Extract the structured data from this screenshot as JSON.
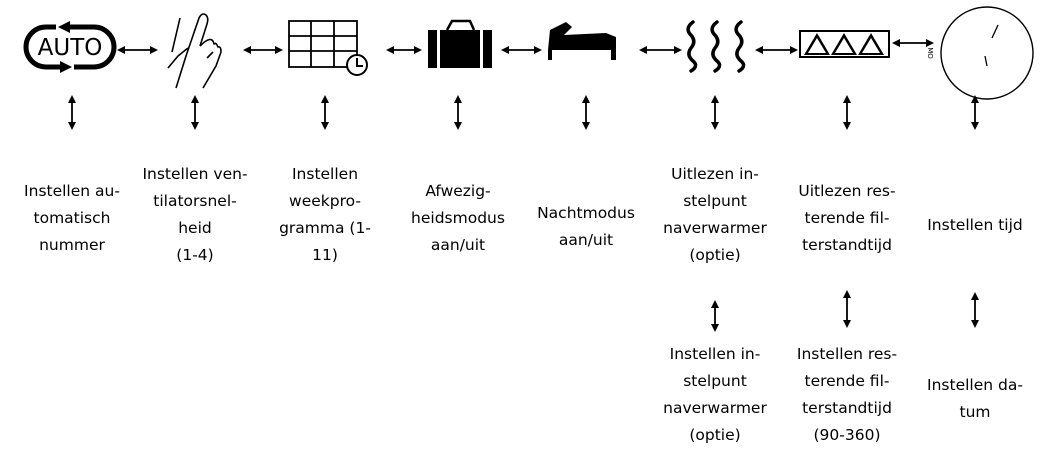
{
  "icons": {
    "auto_text": "AUTO",
    "clock_day_label": "MO"
  },
  "columns": [
    {
      "id": "auto",
      "icon": "auto-cycle-icon",
      "label_lines": [
        "Instellen au-",
        "tomatisch",
        "nummer"
      ],
      "sub_label_lines": []
    },
    {
      "id": "fan",
      "icon": "hand-touch-icon",
      "label_lines": [
        "Instellen ven-",
        "tilatorsnel-",
        "heid",
        "(1-4)"
      ],
      "sub_label_lines": []
    },
    {
      "id": "week",
      "icon": "week-program-icon",
      "label_lines": [
        "Instellen",
        "weekpro-",
        "gramma (1-",
        "11)"
      ],
      "sub_label_lines": []
    },
    {
      "id": "away",
      "icon": "suitcase-icon",
      "label_lines": [
        "Afwezig-",
        "heidsmodus",
        "aan/uit"
      ],
      "sub_label_lines": []
    },
    {
      "id": "night",
      "icon": "bed-icon",
      "label_lines": [
        "Nachtmodus",
        "aan/uit"
      ],
      "sub_label_lines": []
    },
    {
      "id": "heater",
      "icon": "heat-waves-icon",
      "label_lines": [
        "Uitlezen in-",
        "stelpunt",
        "naverwarmer",
        "(optie)"
      ],
      "sub_label_lines": [
        "Instellen in-",
        "stelpunt",
        "naverwarmer",
        "(optie)"
      ]
    },
    {
      "id": "filter",
      "icon": "filter-icon",
      "label_lines": [
        "Uitlezen res-",
        "terende fil-",
        "terstandtijd"
      ],
      "sub_label_lines": [
        "Instellen res-",
        "terende fil-",
        "terstandtijd",
        "(90-360)"
      ]
    },
    {
      "id": "clock",
      "icon": "clock-icon",
      "label_lines": [
        "Instellen tijd"
      ],
      "sub_label_lines": [
        "Instellen da-",
        "tum"
      ]
    }
  ]
}
